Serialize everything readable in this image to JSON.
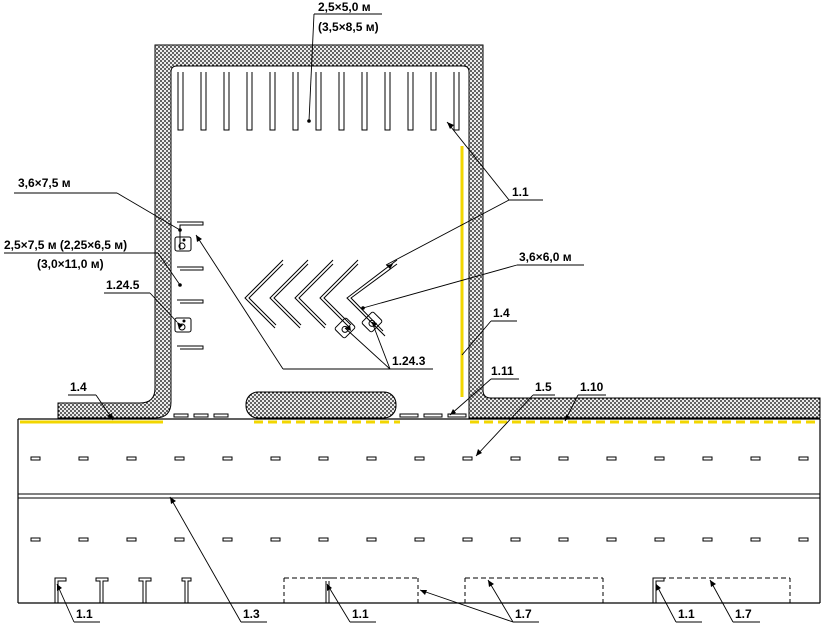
{
  "labels": {
    "stall_std": "2,5×5,0 м",
    "stall_std_alt": "(3,5×8,5 м)",
    "stall_disabled_1": "3,6×7,5 м",
    "stall_disabled_2": "2,5×7,5 м (2,25×6,5 м)",
    "stall_disabled_2_alt": "(3,0×11,0 м)",
    "marking_1_24_5": "1.24.5",
    "marking_1_1": "1.1",
    "stall_angled_disabled": "3,6×6,0 м",
    "marking_1_4_right": "1.4",
    "marking_1_24_3": "1.24.3",
    "marking_1_4_left": "1.4",
    "marking_1_11": "1.11",
    "marking_1_5": "1.5",
    "marking_1_10": "1.10",
    "marking_1_1_bottom_a": "1.1",
    "marking_1_3": "1.3",
    "marking_1_1_bottom_b": "1.1",
    "marking_1_7_a": "1.7",
    "marking_1_1_bottom_c": "1.1",
    "marking_1_7_b": "1.7"
  },
  "colors": {
    "line": "#000000",
    "yellow_marking": "#f2d600",
    "curb_fill": "#e9e9e9",
    "background": "#ffffff"
  },
  "icons": {
    "disabled_sign": "wheelchair-icon"
  }
}
